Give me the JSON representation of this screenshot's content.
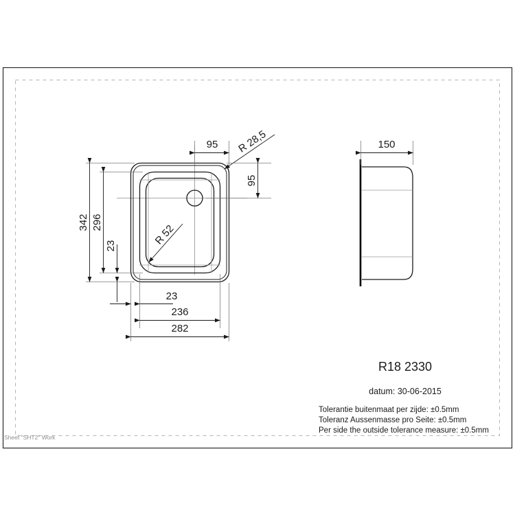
{
  "sheet": {
    "work_label": "Sheet \"SHT2\" Work",
    "background": "#ffffff",
    "line_color": "#1a1a1a",
    "border_color": "#2b2b2b",
    "dash_color": "#b4b4b4"
  },
  "title_block": {
    "model": "R18 2330",
    "date_line": "datum: 30-06-2015",
    "tolerance_nl": "Tolerantie buitenmaat per zijde: ±0.5mm",
    "tolerance_de": "Toleranz Aussenmasse pro Seite: ±0.5mm",
    "tolerance_en": "Per side the outside tolerance measure: ±0.5mm"
  },
  "plan_view": {
    "name": "top-view",
    "dimensions": {
      "overall_height": "342",
      "bowl_height": "296",
      "rim_offset_top": "23",
      "rim_offset_left": "23",
      "bowl_width": "236",
      "overall_width": "282",
      "drain_offset_x": "95",
      "drain_offset_y": "95",
      "corner_radius": "R 28,5",
      "bowl_radius": "R 52"
    }
  },
  "side_view": {
    "name": "side-section-view",
    "dimensions": {
      "depth": "150"
    }
  },
  "chart_data": {
    "type": "table",
    "title": "R18 2330 technical drawing dimensions",
    "categories": [
      "overall_width",
      "overall_height",
      "bowl_width",
      "bowl_height",
      "rim_offset_left",
      "rim_offset_top",
      "drain_offset_x",
      "drain_offset_y",
      "depth",
      "corner_radius",
      "bowl_radius"
    ],
    "values": [
      282,
      342,
      236,
      296,
      23,
      23,
      95,
      95,
      150,
      28.5,
      52
    ],
    "units": "mm",
    "tolerance": "±0.5mm"
  }
}
